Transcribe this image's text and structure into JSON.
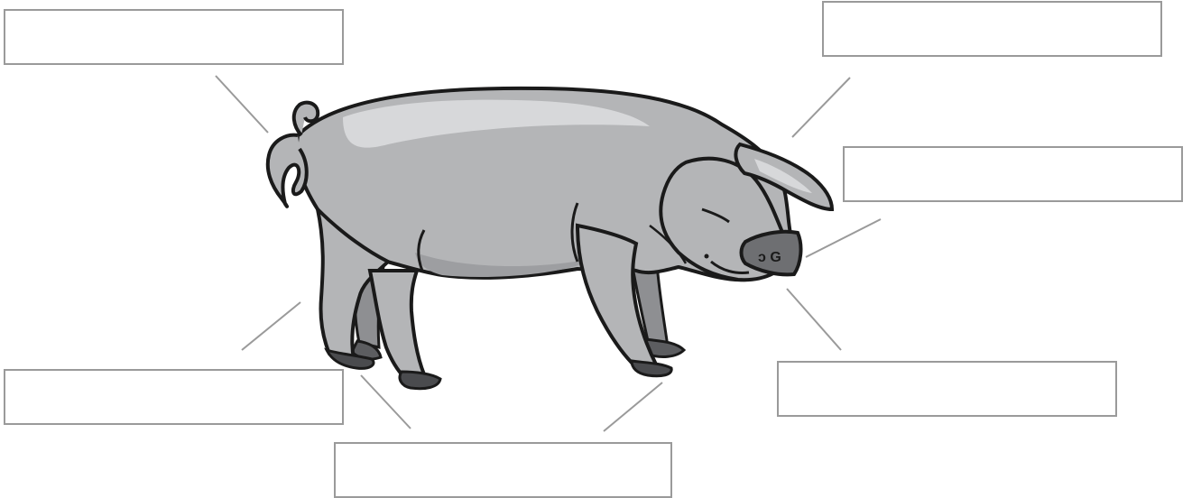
{
  "diagram": {
    "labels": [
      {
        "id": "tail",
        "text": ""
      },
      {
        "id": "ear",
        "text": ""
      },
      {
        "id": "snout",
        "text": ""
      },
      {
        "id": "mouth",
        "text": ""
      },
      {
        "id": "front-hoof",
        "text": ""
      },
      {
        "id": "hind-leg",
        "text": ""
      }
    ],
    "colors": {
      "box_border": "#9a9a9a",
      "leader_line": "#9a9a9a",
      "pig_body": "#b4b5b7",
      "pig_highlight": "#d7d8da",
      "pig_shadow": "#8e8f92",
      "pig_outline": "#1a1a1a"
    }
  }
}
